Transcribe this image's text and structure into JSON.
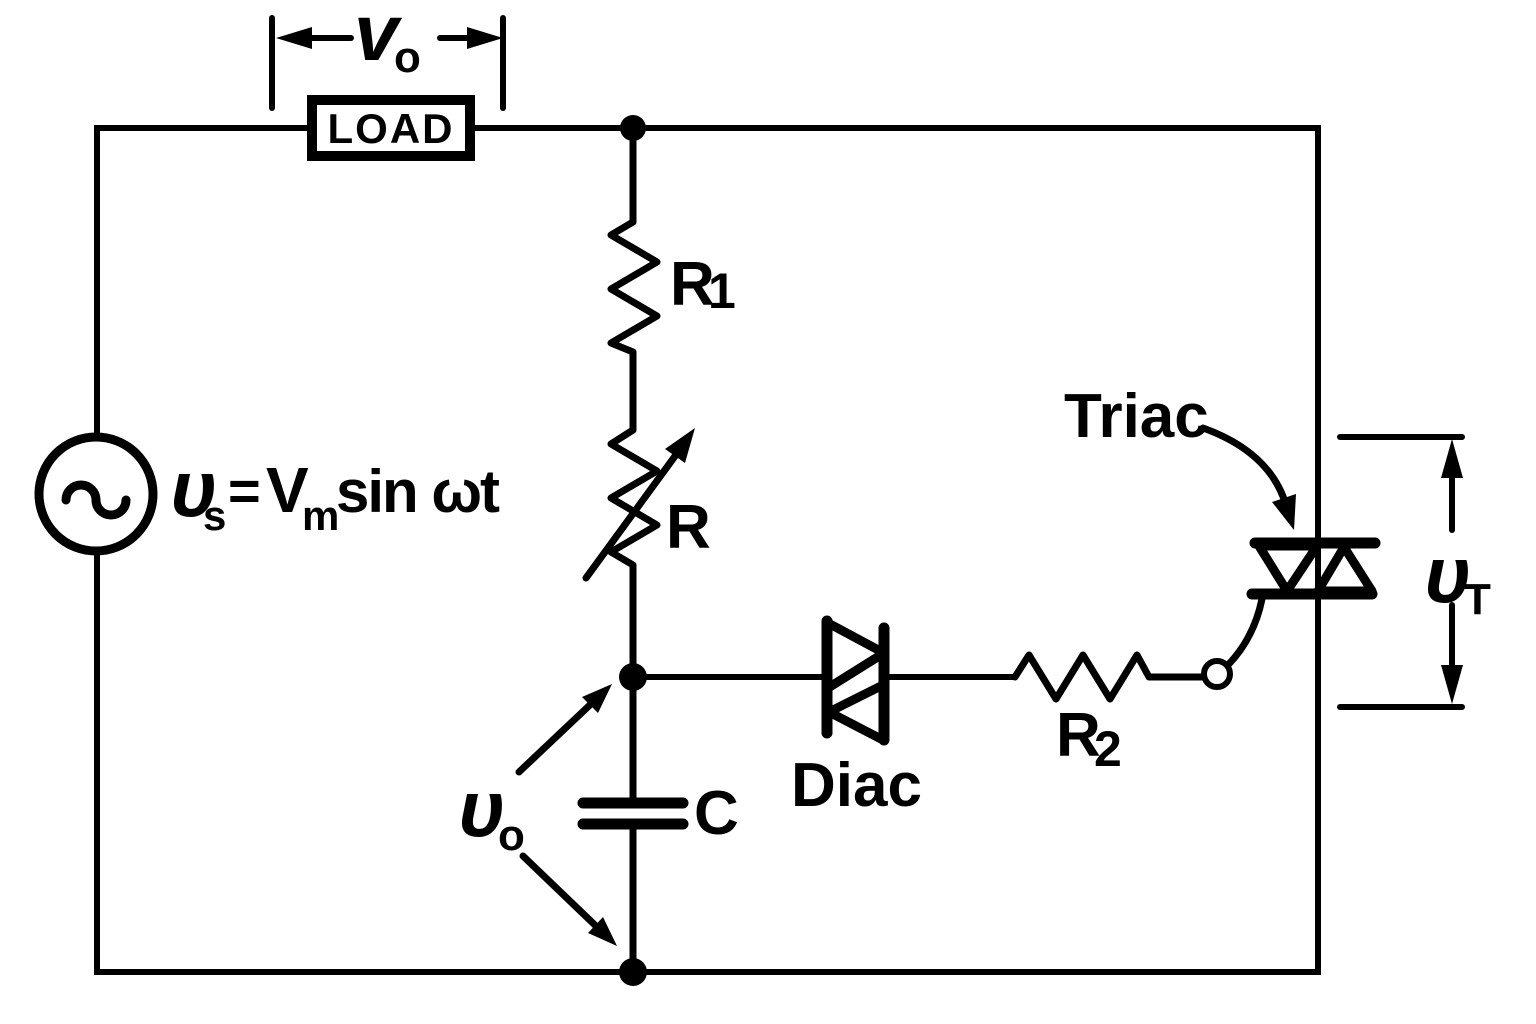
{
  "labels": {
    "load": "LOAD",
    "vo_top": {
      "base": "v",
      "sub": "o"
    },
    "source": {
      "upsilon": "υ",
      "upsilon_sub": "s",
      "equals": "=",
      "V": "V",
      "V_sub": "m",
      "rest": "sin ωt"
    },
    "r1": {
      "base": "R",
      "sub": "1"
    },
    "r": "R",
    "c": "C",
    "diac": "Diac",
    "r2": {
      "base": "R",
      "sub": "2"
    },
    "triac": "Triac",
    "vt": {
      "base": "υ",
      "sub": "T"
    },
    "vo_node": {
      "base": "υ",
      "sub": "o"
    }
  },
  "colors": {
    "ink": "#000000",
    "background": "#ffffff"
  }
}
